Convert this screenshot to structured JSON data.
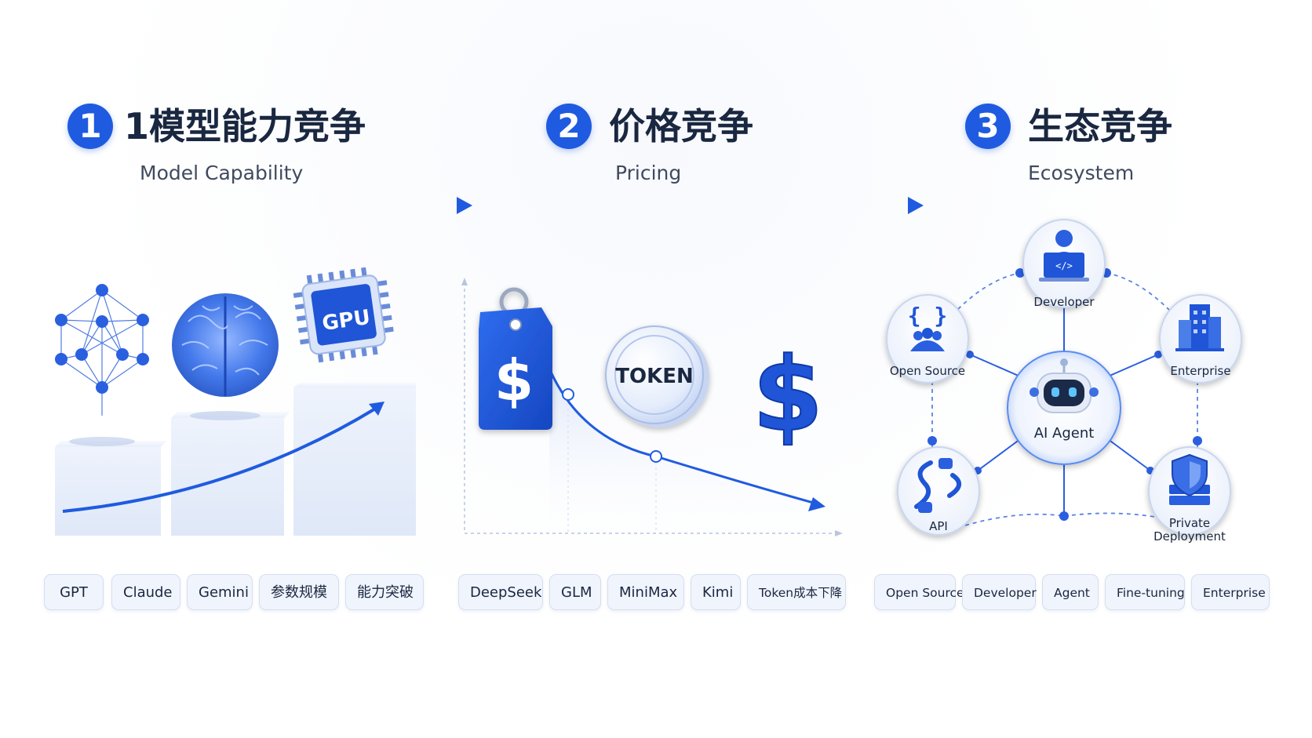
{
  "sections": [
    {
      "number": "1",
      "title_zh": "1模型能力竞争",
      "title_en": "Model Capability"
    },
    {
      "number": "2",
      "title_zh": "价格竞争",
      "title_en": "Pricing"
    },
    {
      "number": "3",
      "title_zh": "生态竞争",
      "title_en": "Ecosystem"
    }
  ],
  "model_section": {
    "gpu_label": "GPU",
    "icons": [
      "neural-network-icon",
      "brain-icon",
      "gpu-chip-icon"
    ],
    "tags": [
      "GPT",
      "Claude",
      "Gemini",
      "参数规模",
      "能力突破"
    ]
  },
  "pricing_section": {
    "price_tag_symbol": "$",
    "token_label": "TOKEN",
    "dollar_symbol": "$",
    "icons": [
      "price-tag-icon",
      "token-coin-icon",
      "dollar-icon"
    ],
    "tags": [
      "DeepSeek",
      "GLM",
      "MiniMax",
      "Kimi",
      "Token成本下降"
    ]
  },
  "ecosystem_section": {
    "center": "AI Agent",
    "nodes": {
      "developer": "Developer",
      "open_source": "Open Source",
      "open_source_glyph": "{ }",
      "enterprise": "Enterprise",
      "api": "API",
      "private_line1": "Private",
      "private_line2": "Deployment"
    },
    "icons": [
      "developer-laptop-icon",
      "code-braces-icon",
      "building-icon",
      "api-connector-icon",
      "shield-server-icon",
      "robot-icon"
    ],
    "tags": [
      "Open Source",
      "Developer",
      "Agent",
      "Fine-tuning",
      "Enterprise"
    ]
  },
  "colors": {
    "accent": "#1f5be0",
    "accent_light": "#5a8cf0",
    "text_dark": "#1a2740",
    "chip_bg": "#f0f4fc"
  }
}
